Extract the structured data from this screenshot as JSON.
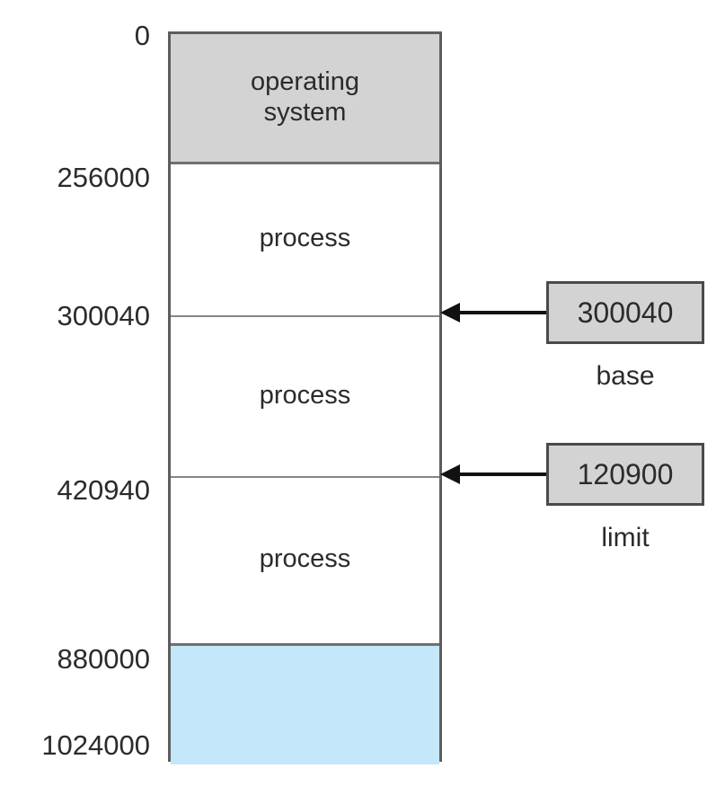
{
  "diagram": {
    "title": "base and limit registers memory layout",
    "colors": {
      "os_fill": "#d3d3d3",
      "process_fill": "#ffffff",
      "free_fill": "#c4e7f9",
      "outline": "#5d5d5d",
      "divider": "#858585",
      "arrow": "#111111",
      "register_fill": "#d3d3d3",
      "register_border": "#4a4a4a",
      "text": "#2b2b2b"
    },
    "memory": {
      "address_labels": [
        {
          "value": "0"
        },
        {
          "value": "256000"
        },
        {
          "value": "300040"
        },
        {
          "value": "420940"
        },
        {
          "value": "880000"
        },
        {
          "value": "1024000"
        }
      ],
      "segments": [
        {
          "id": "operating-system",
          "label": "operating\nsystem",
          "fill": "#d3d3d3",
          "start": "0",
          "end": "256000"
        },
        {
          "id": "process-1",
          "label": "process",
          "fill": "#ffffff",
          "start": "256000",
          "end": "300040"
        },
        {
          "id": "process-2",
          "label": "process",
          "fill": "#ffffff",
          "start": "300040",
          "end": "420940"
        },
        {
          "id": "process-3",
          "label": "process",
          "fill": "#ffffff",
          "start": "420940",
          "end": "880000"
        },
        {
          "id": "free-memory",
          "label": "",
          "fill": "#c4e7f9",
          "start": "880000",
          "end": "1024000"
        }
      ]
    },
    "registers": [
      {
        "id": "base",
        "value": "300040",
        "caption": "base",
        "points_to_address": "300040"
      },
      {
        "id": "limit",
        "value": "120900",
        "caption": "limit",
        "points_to_address": "420940"
      }
    ]
  }
}
